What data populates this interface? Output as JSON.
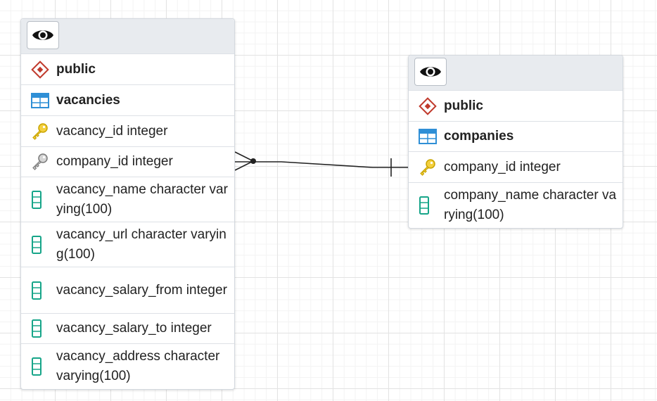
{
  "tables": [
    {
      "id": "vacancies",
      "schema": "public",
      "name": "vacancies",
      "columns": [
        {
          "label": "vacancy_id integer",
          "icon": "primary-key-icon"
        },
        {
          "label": "company_id integer",
          "icon": "foreign-key-icon"
        },
        {
          "label": "vacancy_name character varying(100)",
          "icon": "column-icon"
        },
        {
          "label": "vacancy_url character varying(100)",
          "icon": "column-icon"
        },
        {
          "label": "vacancy_salary_from integer",
          "icon": "column-icon"
        },
        {
          "label": "vacancy_salary_to integer",
          "icon": "column-icon"
        },
        {
          "label": "vacancy_address character varying(100)",
          "icon": "column-icon"
        }
      ]
    },
    {
      "id": "companies",
      "schema": "public",
      "name": "companies",
      "columns": [
        {
          "label": "company_id integer",
          "icon": "primary-key-icon"
        },
        {
          "label": "company_name character varying(100)",
          "icon": "column-icon"
        }
      ]
    }
  ],
  "relationship": {
    "from": "vacancies.company_id",
    "to": "companies.company_id",
    "from_cardinality": "many",
    "to_cardinality": "one"
  },
  "colors": {
    "schema_icon": "#c0392b",
    "table_icon": "#2f8fd6",
    "primary_key": "#e6b800",
    "foreign_key": "#8a8a8a",
    "column_icon": "#17a589",
    "relation_line": "#222222"
  }
}
